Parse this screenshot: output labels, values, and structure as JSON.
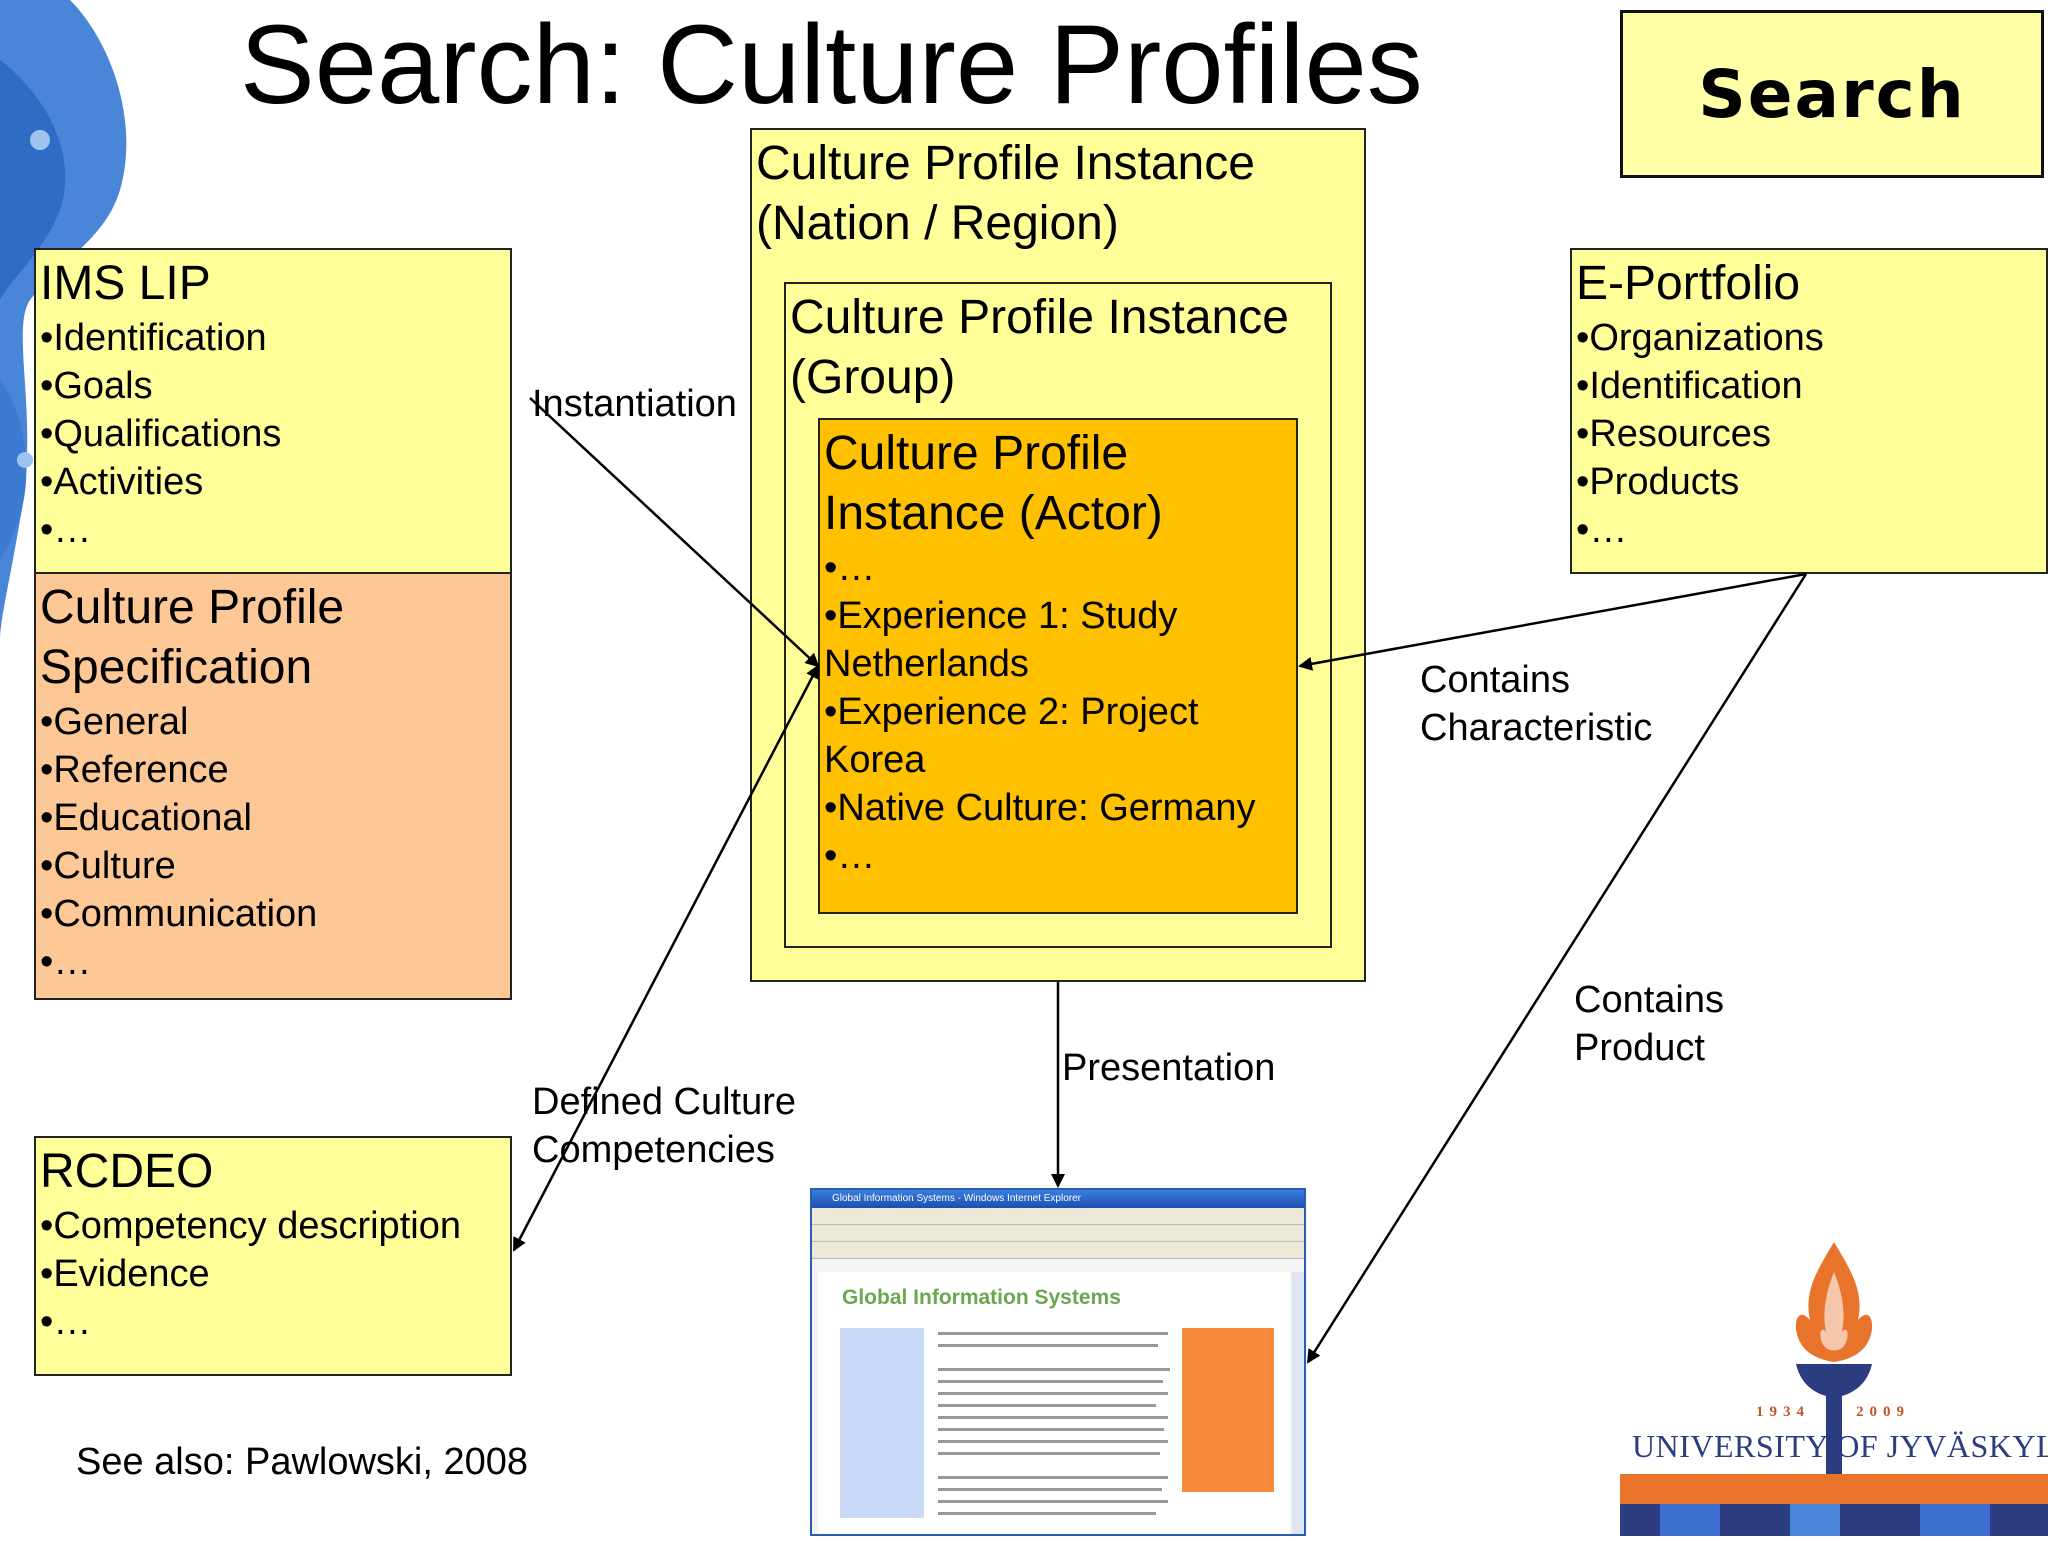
{
  "title": "Search: Culture Profiles",
  "search_box": {
    "label": "Search"
  },
  "ims_lip": {
    "header": "IMS LIP",
    "items": [
      "Identification",
      "Goals",
      "Qualifications",
      "Activities",
      "…"
    ]
  },
  "cp_spec": {
    "header_line1": "Culture Profile",
    "header_line2": "Specification",
    "items": [
      "General",
      "Reference",
      "Educational",
      "Culture",
      "Communication",
      "…"
    ]
  },
  "rcdeo": {
    "header": "RCDEO",
    "items": [
      "Competency description",
      "Evidence",
      "…"
    ]
  },
  "nation_box": {
    "line1": "Culture Profile Instance",
    "line2": "(Nation / Region)"
  },
  "group_box": {
    "line1": "Culture Profile Instance",
    "line2": "(Group)"
  },
  "actor_box": {
    "line1": "Culture Profile",
    "line2": "Instance (Actor)",
    "items": [
      "…",
      "Experience 1: Study Netherlands",
      "Experience 2: Project Korea",
      "Native Culture: Germany",
      "…"
    ]
  },
  "eportfolio": {
    "header": "E-Portfolio",
    "items": [
      "Organizations",
      "Identification",
      "Resources",
      "Products",
      "…"
    ]
  },
  "edge_labels": {
    "instantiation": "Instantiation",
    "contains_char_1": "Contains",
    "contains_char_2": "Characteristic",
    "contains_product_1": "Contains",
    "contains_product_2": "Product",
    "presentation": "Presentation",
    "defined_1": "Defined Culture",
    "defined_2": "Competencies"
  },
  "citation": "See  also: Pawlowski, 2008",
  "browser": {
    "window_title": "Global Information Systems - Windows Internet Explorer",
    "site_title": "Global Information Systems"
  },
  "logo": {
    "university": "UNIVERSITY OF JYVÄSKYLÄ",
    "year_start": "1934",
    "year_end": "2009"
  },
  "colors": {
    "yellow_box": "#ffff99",
    "spec_box": "#fdc896",
    "actor_box": "#ffc000",
    "university_blue": "#2b3c80"
  }
}
